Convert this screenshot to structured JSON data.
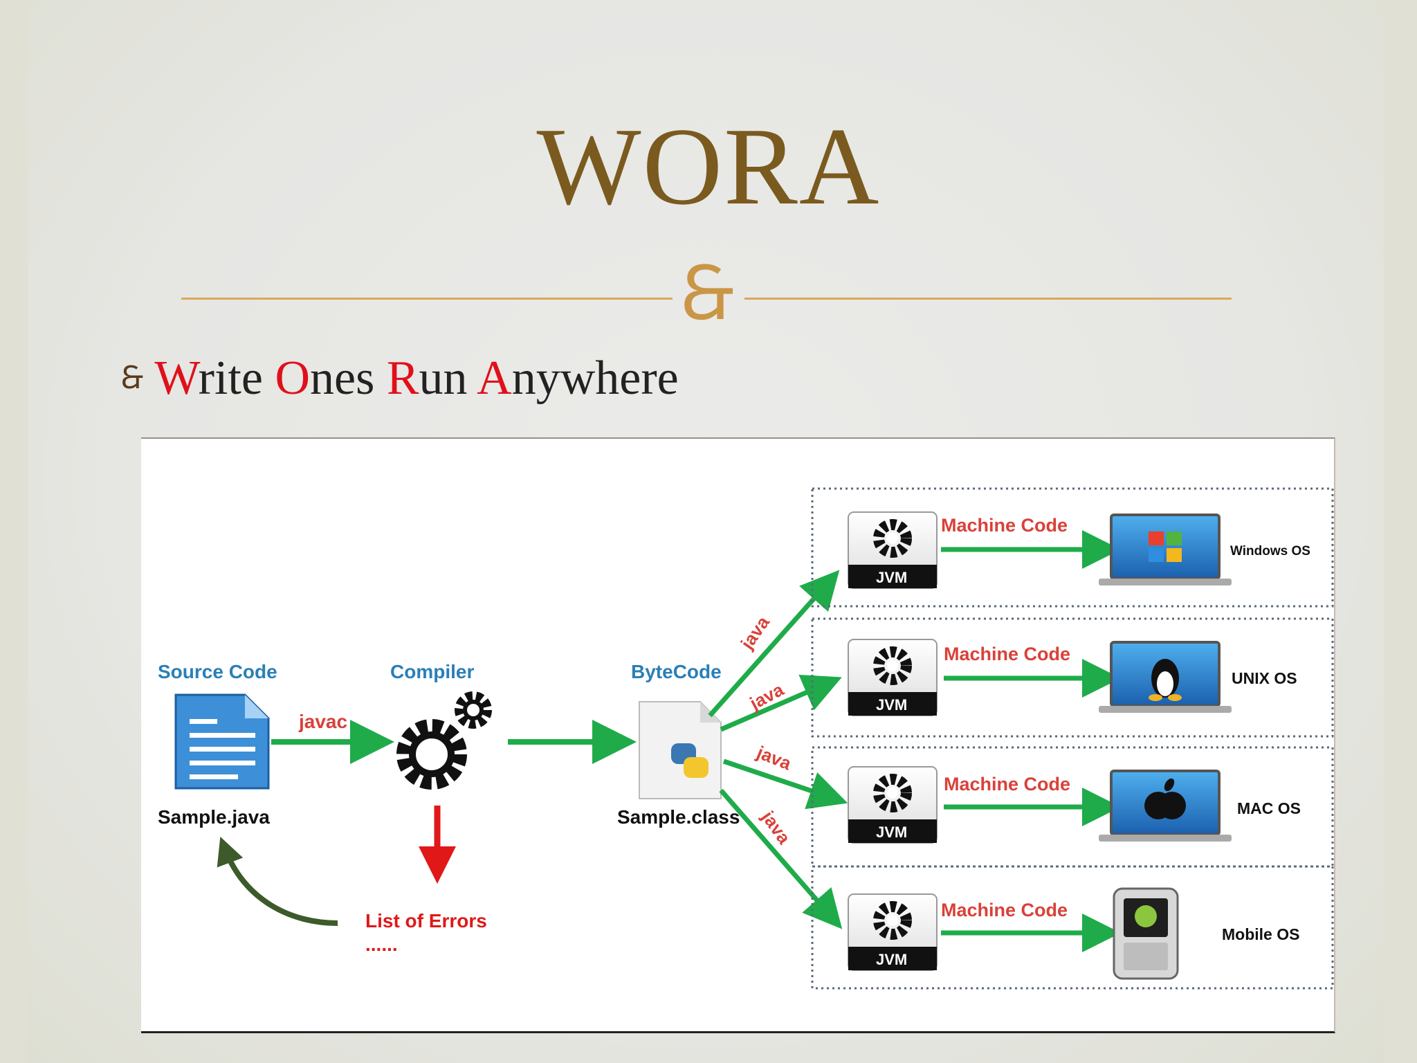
{
  "title": "WORA",
  "bullet": {
    "parts": [
      {
        "text": "W",
        "red": true
      },
      {
        "text": "rite ",
        "red": false
      },
      {
        "text": "O",
        "red": true
      },
      {
        "text": "nes ",
        "red": false
      },
      {
        "text": "R",
        "red": true
      },
      {
        "text": "un ",
        "red": false
      },
      {
        "text": "A",
        "red": true
      },
      {
        "text": "nywhere",
        "red": false
      }
    ]
  },
  "colors": {
    "title": "#7a5a1e",
    "rule": "#d9a85a",
    "accent_red": "#e0101a",
    "arrow_green": "#1fab4a",
    "label_blue": "#2a7fb8",
    "label_red": "#d9413a"
  },
  "diagram": {
    "source_label": "Source Code",
    "source_file": "Sample.java",
    "javac_label": "javac",
    "compiler_label": "Compiler",
    "errors_label": "List of Errors",
    "errors_dots": "......",
    "bytecode_label": "ByteCode",
    "bytecode_file": "Sample.class",
    "java_label": "java",
    "platforms": [
      {
        "jvm": "JVM",
        "machine_code": "Machine Code",
        "os": "Windows OS",
        "icon": "windows-laptop-icon"
      },
      {
        "jvm": "JVM",
        "machine_code": "Machine Code",
        "os": "UNIX OS",
        "icon": "linux-laptop-icon"
      },
      {
        "jvm": "JVM",
        "machine_code": "Machine Code",
        "os": "MAC OS",
        "icon": "apple-laptop-icon"
      },
      {
        "jvm": "JVM",
        "machine_code": "Machine Code",
        "os": "Mobile OS",
        "icon": "android-phone-icon"
      }
    ]
  }
}
